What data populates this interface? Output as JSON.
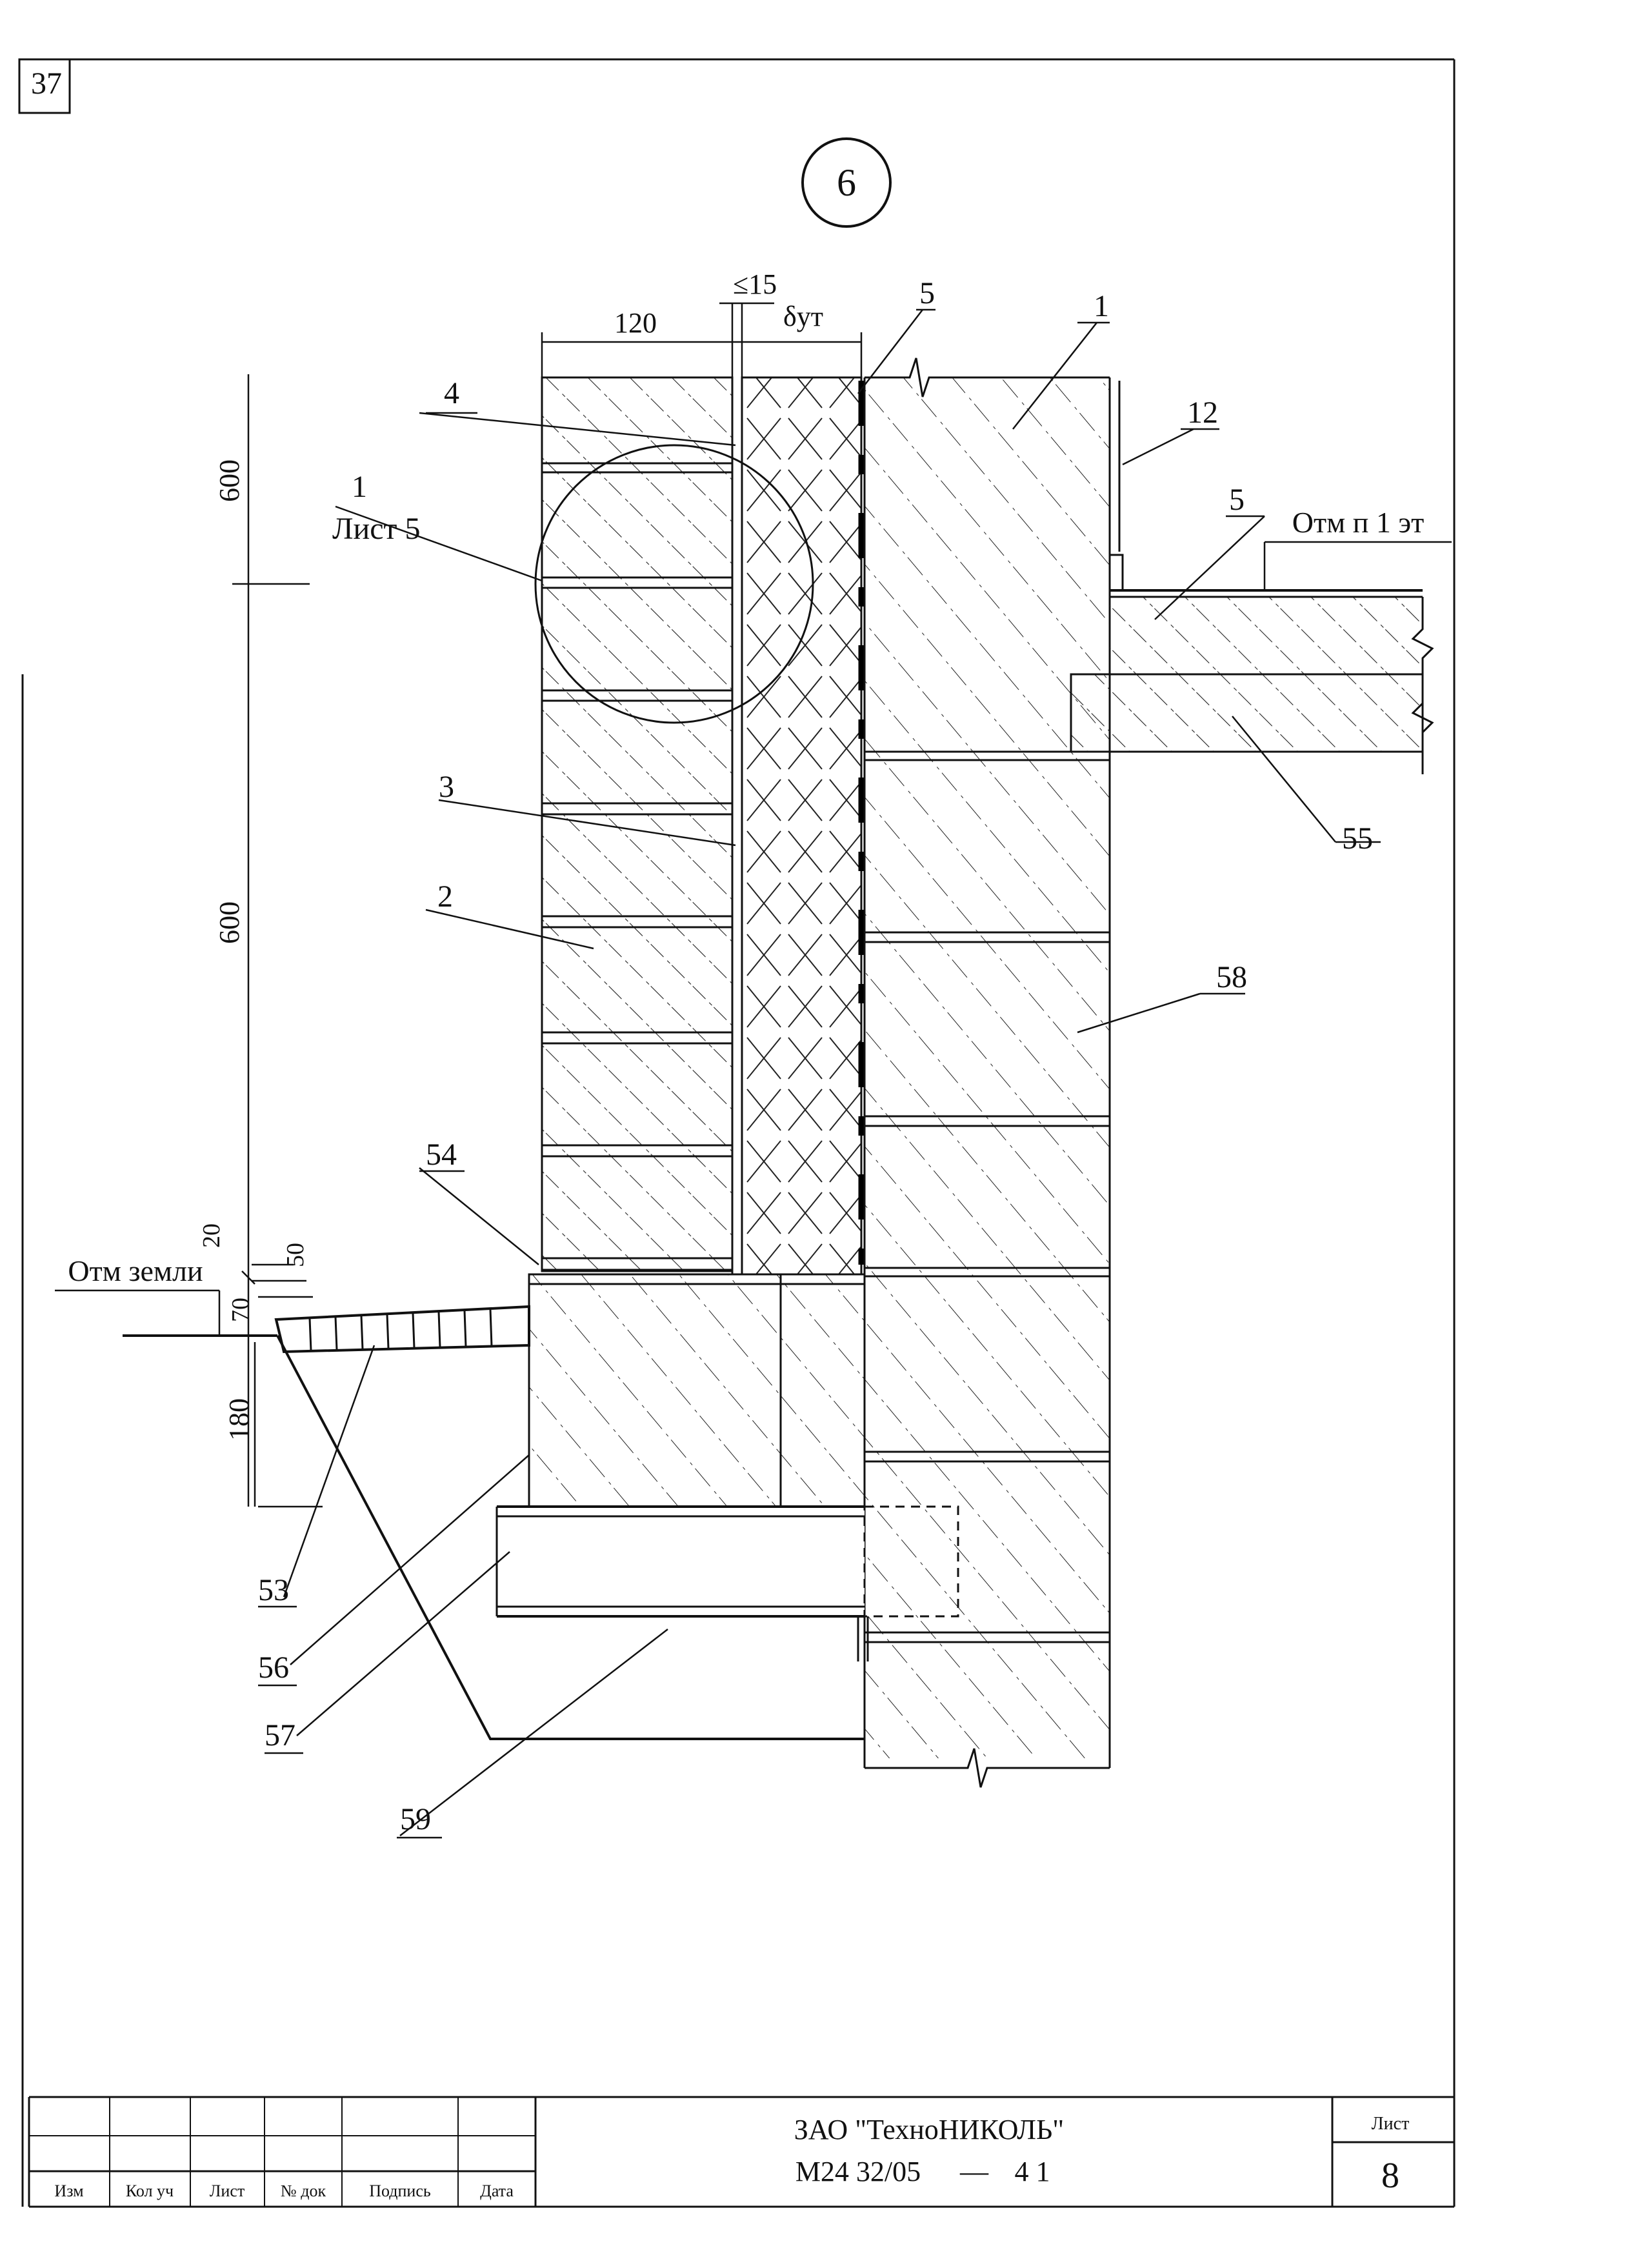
{
  "page_number": "37",
  "detail_marker": "6",
  "callouts": {
    "c1": "1",
    "c1_sheet": "Лист 5",
    "c1_wall": "1",
    "c2": "2",
    "c3": "3",
    "c4": "4",
    "c5_top": "5",
    "c5_slab": "5",
    "c12": "12",
    "c53": "53",
    "c54": "54",
    "c55": "55",
    "c56": "56",
    "c57": "57",
    "c58": "58",
    "c59": "59"
  },
  "dimensions": {
    "d120": "120",
    "d15": "≤15",
    "d_ins": "δут",
    "d600_top": "600",
    "d600_mid": "600",
    "d20": "20",
    "d50": "50",
    "d70": "70",
    "d180": "180"
  },
  "levels": {
    "ground": "Отм земли",
    "floor1": "Отм п 1 эт"
  },
  "title_block": {
    "company": "ЗАО \"ТехноНИКОЛЬ\"",
    "doc_code": "М24 32/05",
    "dash": "—",
    "doc_suffix": "4 1",
    "sheet_label": "Лист",
    "sheet_number": "8",
    "col_izm": "Изм",
    "col_kol": "Кол уч",
    "col_list": "Лист",
    "col_ndok": "№ док",
    "col_podpis": "Подпись",
    "col_data": "Дата"
  }
}
